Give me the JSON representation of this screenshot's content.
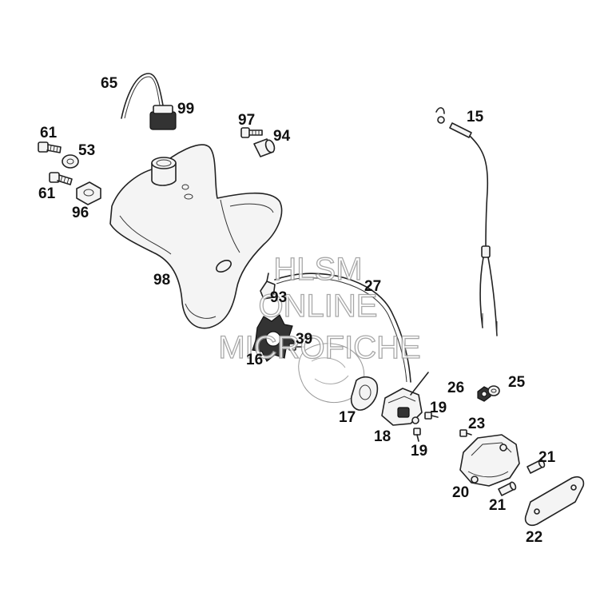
{
  "watermark": {
    "line1": "HLSM",
    "line2": "ONLINE",
    "line3": "MICROFICHE"
  },
  "callouts": {
    "c65": "65",
    "c99": "99",
    "c97": "97",
    "c94": "94",
    "c15": "15",
    "c61a": "61",
    "c53": "53",
    "c61b": "61",
    "c96": "96",
    "c98": "98",
    "c27": "27",
    "c93": "93",
    "c39": "39",
    "c16": "16",
    "c26": "26",
    "c25": "25",
    "c17": "17",
    "c19a": "19",
    "c23": "23",
    "c18": "18",
    "c19b": "19",
    "c21a": "21",
    "c20": "20",
    "c21b": "21",
    "c22": "22"
  }
}
